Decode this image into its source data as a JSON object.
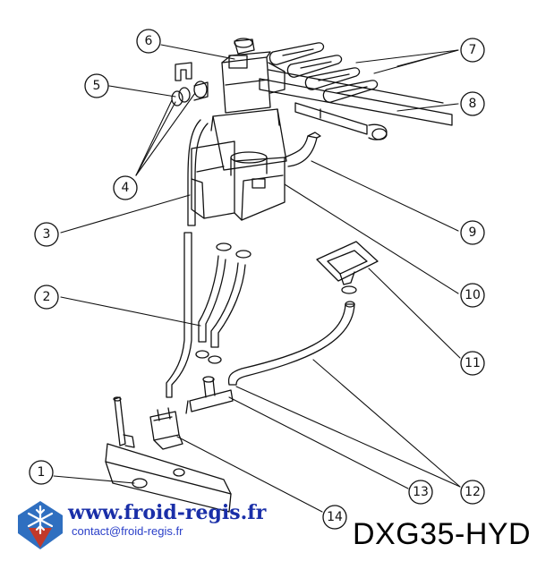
{
  "callouts": {
    "c1": "1",
    "c2": "2",
    "c3": "3",
    "c4": "4",
    "c5": "5",
    "c6": "6",
    "c7": "7",
    "c8": "8",
    "c9": "9",
    "c10": "10",
    "c11": "11",
    "c12": "12",
    "c13": "13",
    "c14": "14"
  },
  "branding": {
    "website": "www.froid-regis.fr",
    "contact": "contact@froid-regis.fr",
    "model": "DXG35-HYD"
  },
  "colors": {
    "line": "#111111",
    "brand_blue": "#1a2fa8",
    "logo_blue": "#2f6fc0",
    "logo_red": "#c0392b"
  }
}
